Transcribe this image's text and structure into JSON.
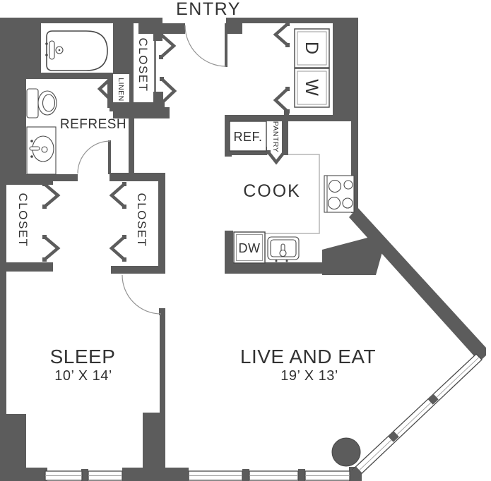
{
  "title": "One-bedroom apartment floor plan",
  "colors": {
    "wall": "#5c5c5c",
    "edge": "#454545",
    "line": "#4a4a4a",
    "text": "#333333",
    "arc": "#949494",
    "counter": "#b5b5b5",
    "bg": "#ffffff"
  },
  "labels": {
    "entry": "ENTRY",
    "refresh": "REFRESH",
    "cook": "COOK",
    "sleep": "SLEEP",
    "sleep_dims": "10’ X 14’",
    "live": "LIVE AND EAT",
    "live_dims": "19’ X 13’",
    "closet_entry": "CLOSET",
    "closet_left": "CLOSET",
    "closet_right": "CLOSET",
    "linen": "LINEN",
    "pantry": "PANTRY",
    "dryer": "D",
    "washer": "W",
    "fridge": "REF.",
    "dishwasher": "DW"
  },
  "rooms": [
    {
      "name": "Entry",
      "label": "ENTRY"
    },
    {
      "name": "Bathroom",
      "label": "REFRESH"
    },
    {
      "name": "Kitchen",
      "label": "COOK"
    },
    {
      "name": "Bedroom",
      "label": "SLEEP",
      "dimensions": "10' X 14'"
    },
    {
      "name": "Living/Dining",
      "label": "LIVE AND EAT",
      "dimensions": "19' X 13'"
    }
  ]
}
